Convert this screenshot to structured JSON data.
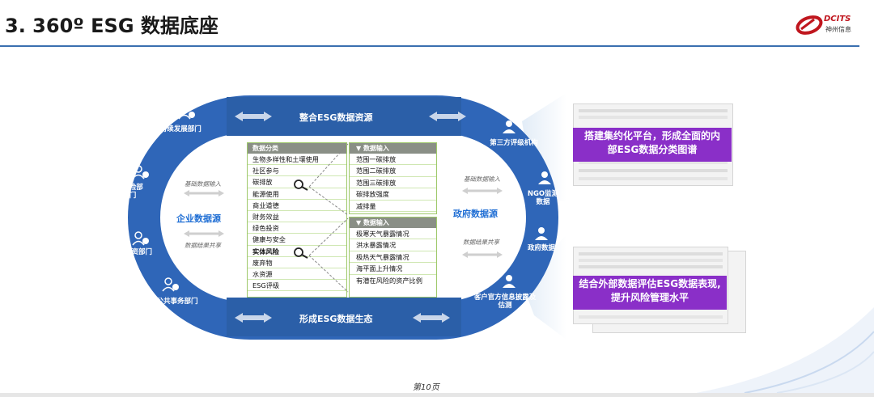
{
  "header": {
    "title": "3.  360º ESG 数据底座"
  },
  "logo": {
    "brand": "DCITS",
    "sub": "神州信息"
  },
  "ring": {
    "top_band": "整合ESG数据资源",
    "bottom_band": "形成ESG数据生态",
    "left_nodes": [
      "可持续发展部门",
      "风险部门",
      "投资部门",
      "公共事务部门"
    ],
    "right_nodes": [
      "第三方评级机构",
      "NGO监测数据",
      "政府数据",
      "客户官方信息披露及估测"
    ],
    "left_source": "企业数据源",
    "right_source": "政府数据源",
    "left_in": "基础数据输入",
    "left_out": "数据结果共享",
    "right_in": "基础数据输入",
    "right_out": "数据结果共享"
  },
  "categories": {
    "header": "数据分类",
    "items": [
      "生物多样性和土壤使用",
      "社区参与",
      "碳排放",
      "能源使用",
      "商业道德",
      "财务效益",
      "绿色投资",
      "健康与安全",
      "实体风险",
      "废弃物",
      "水资源",
      "ESG评级"
    ]
  },
  "input_top": {
    "header": "▼ 数据输入",
    "items": [
      "范围一碳排放",
      "范围二碳排放",
      "范围三碳排放",
      "碳排放强度",
      "减排量"
    ]
  },
  "input_bottom": {
    "header": "▼ 数据输入",
    "items": [
      "极寒天气暴露情况",
      "洪水暴露情况",
      "极热天气暴露情况",
      "海平面上升情况",
      "有潜在风险的资产比例"
    ]
  },
  "callouts": {
    "top": [
      "搭建集约化平台，形成全面的内",
      "部ESG数据分类图谱"
    ],
    "bottom": [
      "结合外部数据评估ESG数据表现,",
      "提升风险管理水平"
    ]
  },
  "footer": {
    "page": "第10页"
  },
  "colors": {
    "ring": "#2f66b8",
    "band": "#2b5fa8",
    "accent": "#1f6ed4",
    "callout": "#8a2fc8"
  }
}
